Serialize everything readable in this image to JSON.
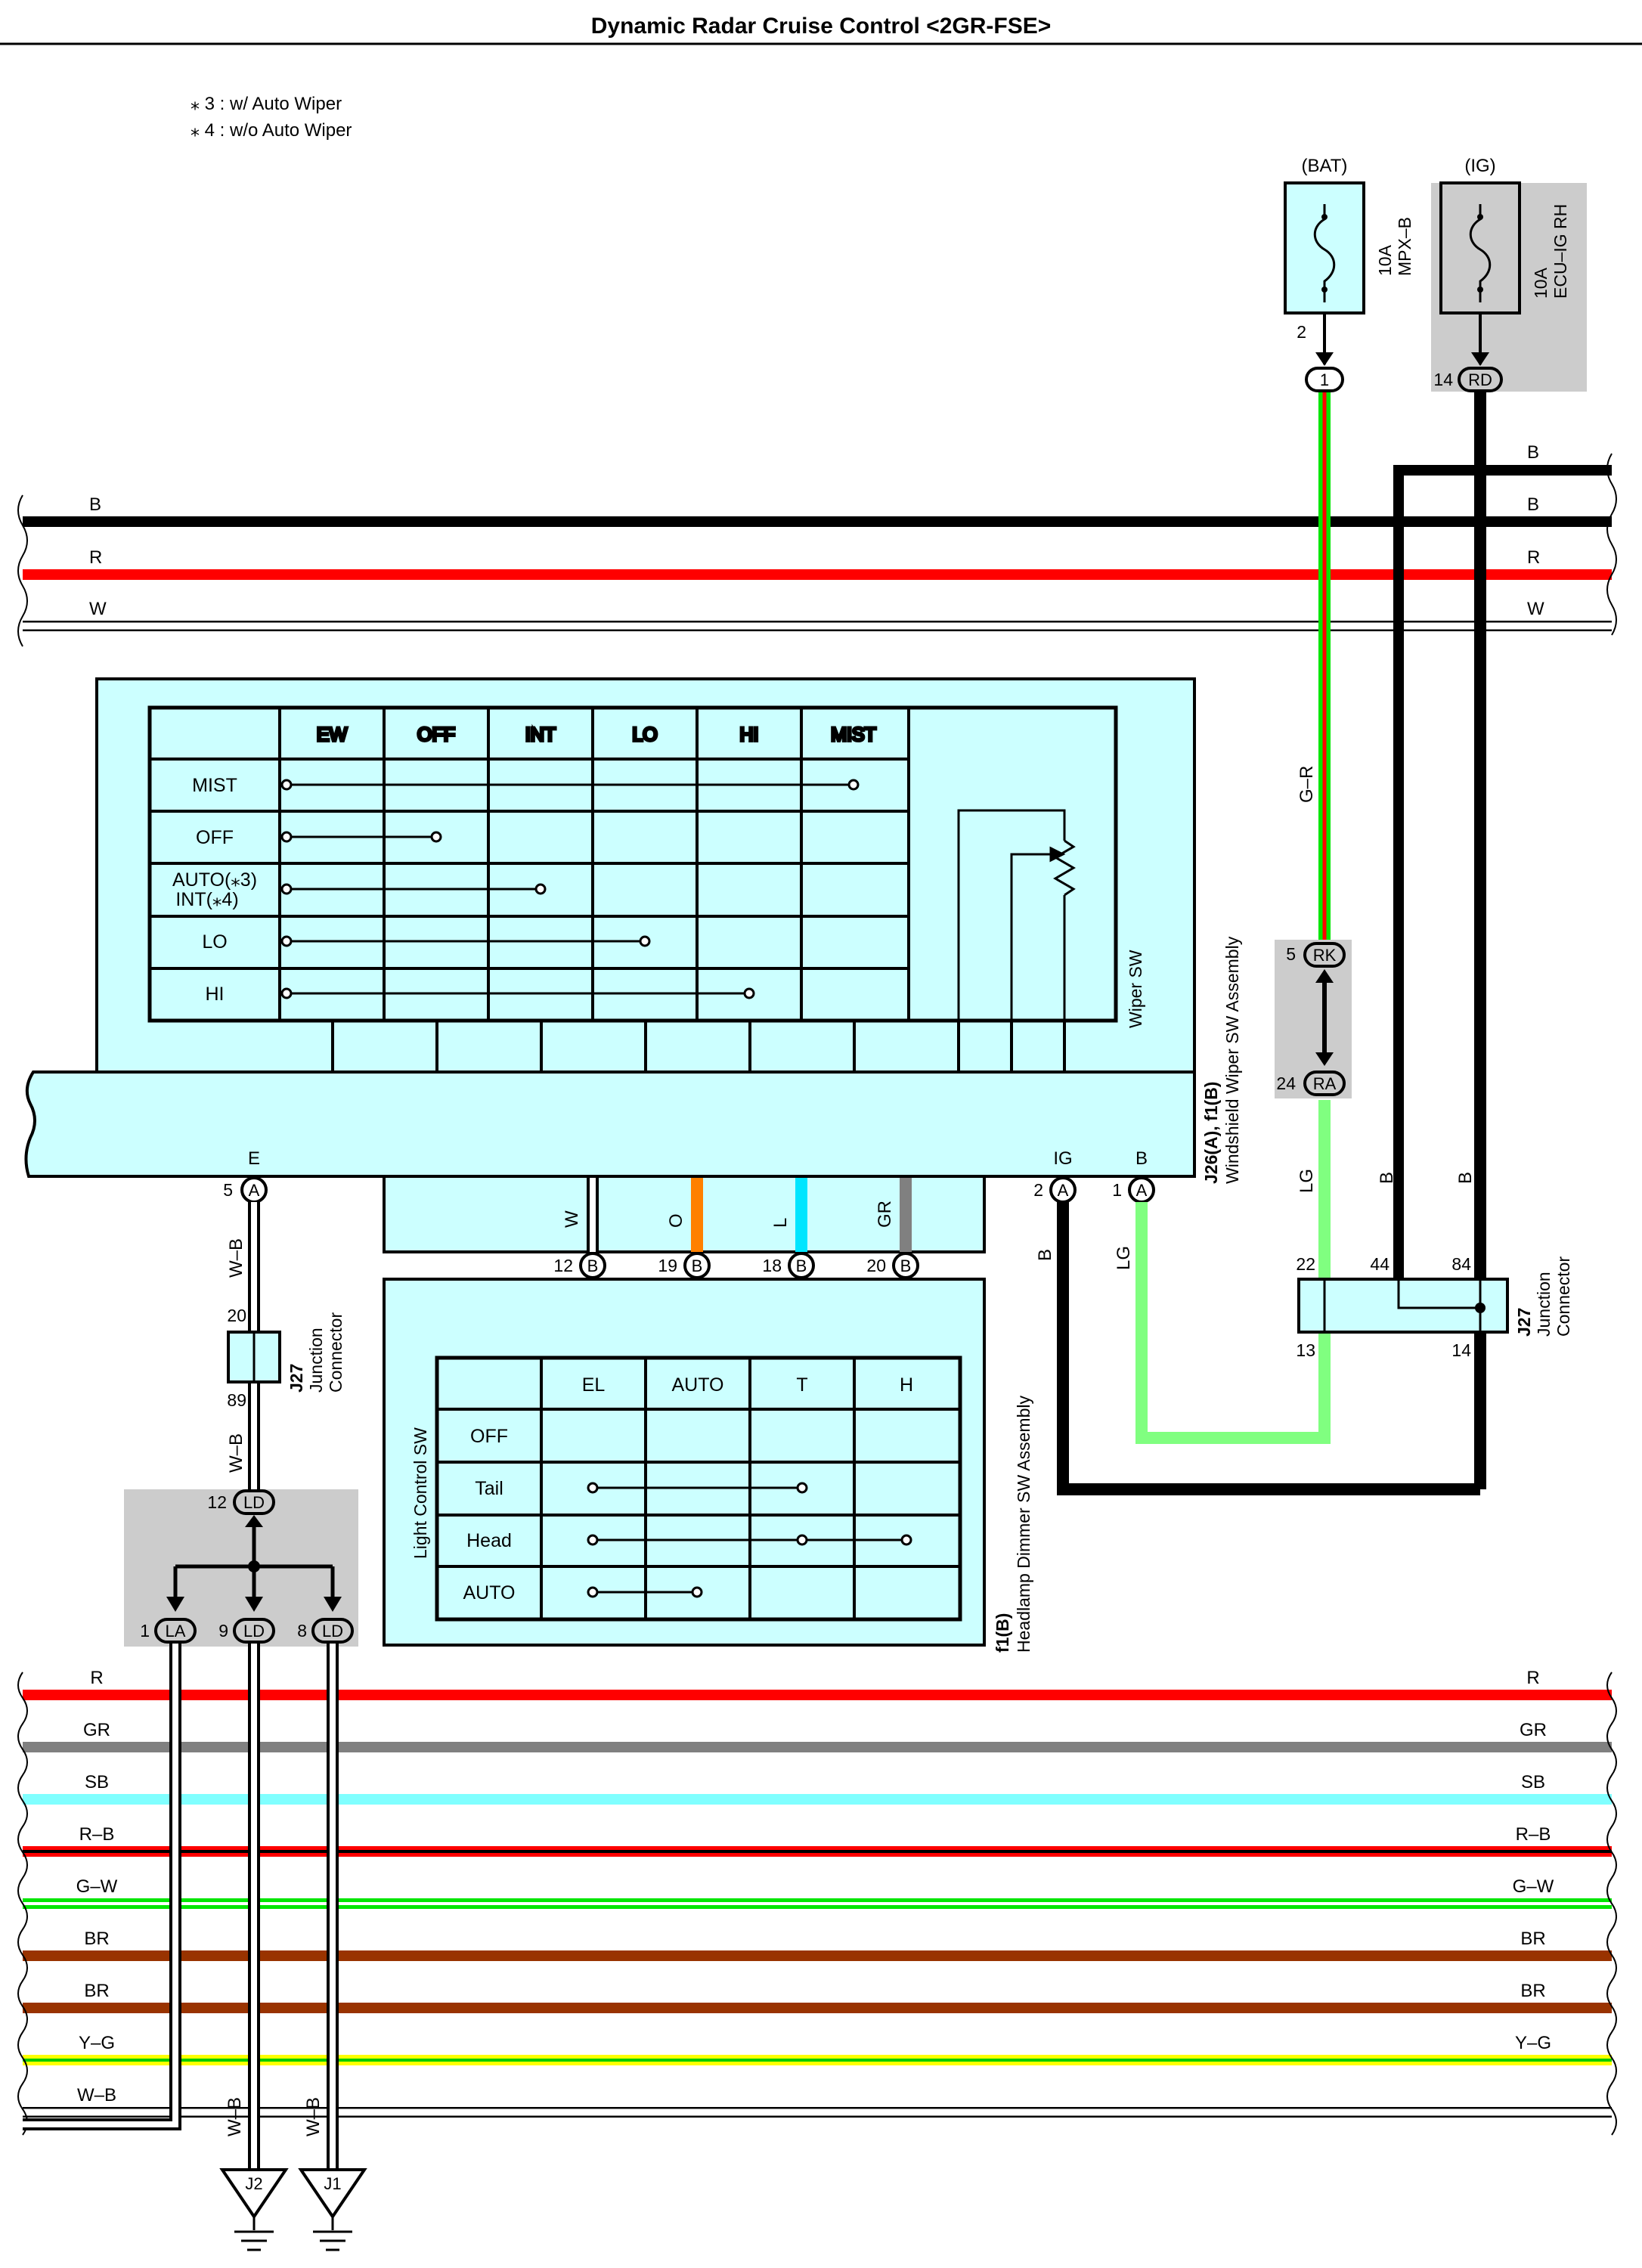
{
  "title": "Dynamic Radar Cruise Control <2GR-FSE>",
  "notes": [
    "⁎ 3 : w/ Auto Wiper",
    "⁎ 4 : w/o Auto Wiper"
  ],
  "fuses": {
    "bat": {
      "source": "(BAT)",
      "rating": "10A",
      "name": "MPX–B",
      "pin": "2",
      "connector": "1"
    },
    "ig": {
      "source": "(IG)",
      "rating": "10A",
      "name": "ECU–IG RH",
      "pin": "14",
      "connector": "RD"
    }
  },
  "buses_top": [
    {
      "label": "B",
      "color": "#000000"
    },
    {
      "label": "R",
      "color": "#ff0000"
    },
    {
      "label": "W",
      "color": "#ffffff"
    }
  ],
  "bus_top_right_extra": "B",
  "wiper_table": {
    "columns": [
      "EW",
      "OFF",
      "INT",
      "LO",
      "HI",
      "MIST"
    ],
    "rows": [
      {
        "label": "MIST",
        "span": [
          0,
          5
        ]
      },
      {
        "label": "OFF",
        "span": [
          0,
          1
        ]
      },
      {
        "label": "AUTO(⁎3)",
        "label2": "INT(⁎4)",
        "span": [
          0,
          2
        ]
      },
      {
        "label": "LO",
        "span": [
          0,
          3
        ]
      },
      {
        "label": "HI",
        "span": [
          0,
          4
        ]
      }
    ],
    "sw_name": "Wiper SW"
  },
  "wiper_assembly": {
    "code": "J26(A), f1(B)",
    "name": "Windshield Wiper SW Assembly"
  },
  "wiper_terms": {
    "e": {
      "label": "E",
      "pin": "5",
      "conn": "A",
      "wire": "W–B"
    },
    "ig": {
      "label": "IG",
      "pin": "2",
      "conn": "A",
      "wire": "B"
    },
    "b": {
      "label": "B",
      "pin": "1",
      "conn": "A",
      "wire": "LG"
    }
  },
  "headlamp_wires": [
    {
      "wire": "W",
      "pin": "12",
      "conn": "B",
      "term": "EL",
      "color": "#ffffff"
    },
    {
      "wire": "O",
      "pin": "19",
      "conn": "B",
      "term": "A",
      "color": "#ff8000"
    },
    {
      "wire": "L",
      "pin": "18",
      "conn": "B",
      "term": "T",
      "color": "#00e5ff"
    },
    {
      "wire": "GR",
      "pin": "20",
      "conn": "B",
      "term": "H",
      "color": "#808080"
    }
  ],
  "light_table": {
    "columns": [
      "EL",
      "AUTO",
      "T",
      "H"
    ],
    "rows": [
      {
        "label": "OFF",
        "dots": []
      },
      {
        "label": "Tail",
        "dots": [
          0,
          2
        ]
      },
      {
        "label": "Head",
        "dots": [
          0,
          2,
          3
        ]
      },
      {
        "label": "AUTO",
        "dots": [
          0,
          1
        ]
      }
    ],
    "sw_name": "Light Control SW"
  },
  "headlamp_assembly": {
    "code": "f1(B)",
    "name": "Headlamp Dimmer SW Assembly"
  },
  "junction_left": {
    "code": "J27",
    "name1": "Junction",
    "name2": "Connector",
    "pin_top": "20",
    "pin_bottom": "89",
    "wire_top": "W–B",
    "wire_bottom": "W–B"
  },
  "ld_splice": {
    "in_pin": "12",
    "in_conn": "LD",
    "outs": [
      {
        "pin": "1",
        "conn": "LA"
      },
      {
        "pin": "9",
        "conn": "LD"
      },
      {
        "pin": "8",
        "conn": "LD"
      }
    ]
  },
  "gr_wire": {
    "label": "G–R",
    "pin_top": "5",
    "conn_top": "RK",
    "pin_bottom": "24",
    "conn_bottom": "RA",
    "wire_bottom": "LG"
  },
  "junction_right": {
    "code": "J27",
    "name1": "Junction",
    "name2": "Connector",
    "pins": [
      "22",
      "44",
      "84",
      "13",
      "14"
    ],
    "wire_44": "B",
    "wire_84": "B"
  },
  "buses_bottom": [
    {
      "label": "R",
      "color": "#ff0000",
      "stripe": ""
    },
    {
      "label": "GR",
      "color": "#808080",
      "stripe": ""
    },
    {
      "label": "SB",
      "color": "#80ffff",
      "stripe": ""
    },
    {
      "label": "R–B",
      "color": "#ff0000",
      "stripe": "#000000"
    },
    {
      "label": "G–W",
      "color": "#00e600",
      "stripe": "#ffffff"
    },
    {
      "label": "BR",
      "color": "#993300",
      "stripe": ""
    },
    {
      "label": "BR",
      "color": "#993300",
      "stripe": ""
    },
    {
      "label": "Y–G",
      "color": "#ffff00",
      "stripe": "#00cc00"
    },
    {
      "label": "W–B",
      "color": "#ffffff",
      "stripe": ""
    }
  ],
  "grounds": [
    {
      "label": "J2",
      "wire": "W–B"
    },
    {
      "label": "J1",
      "wire": "W–B"
    }
  ],
  "colors": {
    "panel": "#ccffff",
    "splice": "#cccccc",
    "black": "#000000"
  }
}
